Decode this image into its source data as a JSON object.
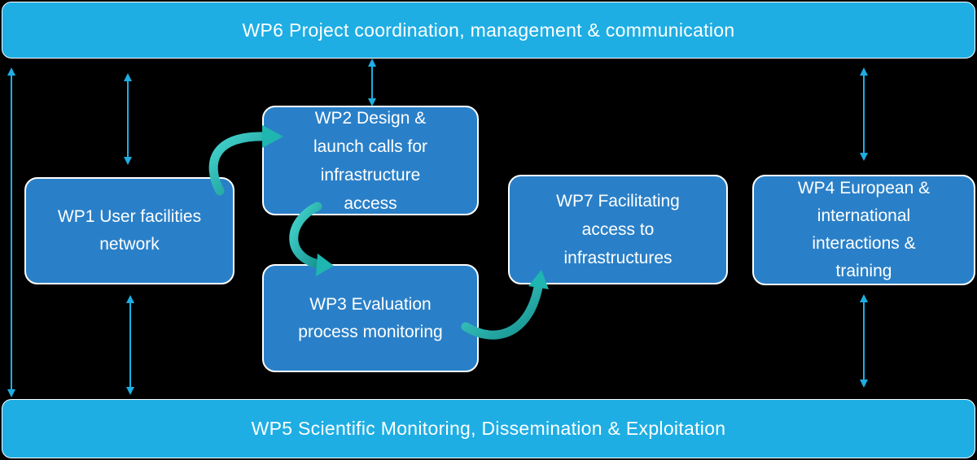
{
  "wp6": {
    "label": "WP6 Project coordination, management & communication"
  },
  "wp5": {
    "label": "WP5 Scientific Monitoring, Dissemination & Exploitation"
  },
  "wp1": {
    "label": "WP1 User facilities\nnetwork"
  },
  "wp2": {
    "label": "WP2 Design &\nlaunch calls for\ninfrastructure\naccess"
  },
  "wp3": {
    "label": "WP3 Evaluation\nprocess monitoring"
  },
  "wp7": {
    "label": "WP7 Facilitating\naccess to\ninfrastructures"
  },
  "wp4": {
    "label": "WP4 European &\ninternational\ninteractions &\ntraining"
  },
  "colors": {
    "bar_fill": "#1eaee3",
    "box_fill": "#2a80c8",
    "connector_arrow": "#1eaee3",
    "flow_arrow": "#1fb5b0"
  }
}
